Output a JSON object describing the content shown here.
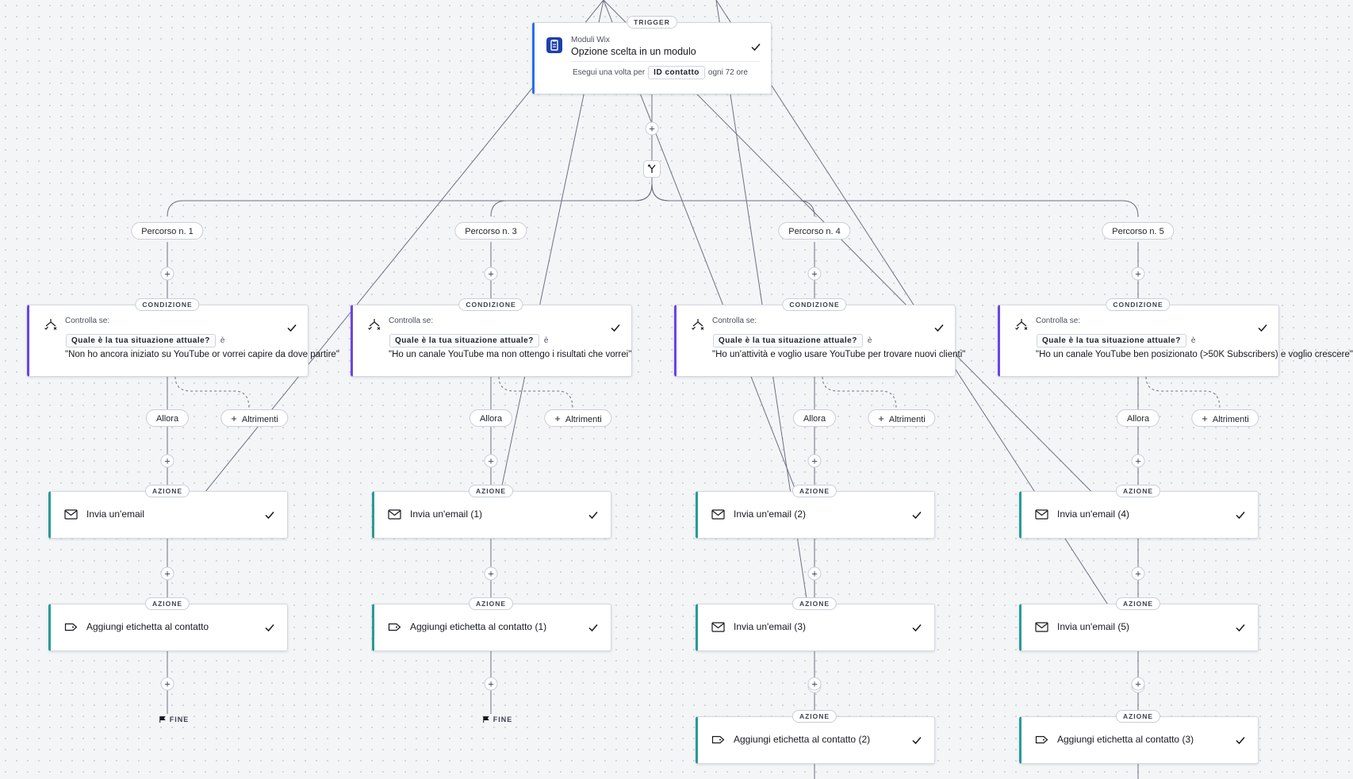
{
  "trigger": {
    "badge": "TRIGGER",
    "app": "Moduli Wix",
    "title": "Opzione scelta in un modulo",
    "run_prefix": "Esegui una volta per",
    "run_key": "ID contatto",
    "run_suffix": "ogni 72 ore",
    "icon": "form-clipboard-icon"
  },
  "labels": {
    "condition_badge": "CONDIZIONE",
    "action_badge": "AZIONE",
    "check_if": "Controlla se:",
    "question": "Quale è la tua situazione attuale?",
    "is": "è",
    "then": "Allora",
    "else": "Altrimenti",
    "end": "FINE"
  },
  "colors": {
    "trigger_accent": "#2a6df2",
    "condition_accent": "#6a44e8",
    "action_accent": "#2a9a96"
  },
  "paths": [
    {
      "name": "Percorso n. 1",
      "condition_value": "\"Non ho ancora iniziato su YouTube or vorrei capire da dove partire\"",
      "actions": [
        {
          "label": "Invia un'email",
          "icon": "mail-icon"
        },
        {
          "label": "Aggiungi etichetta al contatto",
          "icon": "tag-icon"
        }
      ],
      "ends": true
    },
    {
      "name": "Percorso n. 3",
      "condition_value": "\"Ho un canale YouTube ma non ottengo i risultati che vorrei\"",
      "actions": [
        {
          "label": "Invia un'email (1)",
          "icon": "mail-icon"
        },
        {
          "label": "Aggiungi etichetta al contatto (1)",
          "icon": "tag-icon"
        }
      ],
      "ends": true
    },
    {
      "name": "Percorso n. 4",
      "condition_value": "\"Ho un'attività e voglio usare YouTube per trovare nuovi clienti\"",
      "actions": [
        {
          "label": "Invia un'email (2)",
          "icon": "mail-icon"
        },
        {
          "label": "Invia un'email (3)",
          "icon": "mail-icon"
        },
        {
          "label": "Aggiungi etichetta al contatto (2)",
          "icon": "tag-icon"
        }
      ],
      "ends": false
    },
    {
      "name": "Percorso n. 5",
      "condition_value": "\"Ho un canale YouTube ben posizionato (>50K Subscribers) e voglio crescere\"",
      "actions": [
        {
          "label": "Invia un'email (4)",
          "icon": "mail-icon"
        },
        {
          "label": "Invia un'email (5)",
          "icon": "mail-icon"
        },
        {
          "label": "Aggiungi etichetta al contatto (3)",
          "icon": "tag-icon"
        }
      ],
      "ends": false
    }
  ]
}
